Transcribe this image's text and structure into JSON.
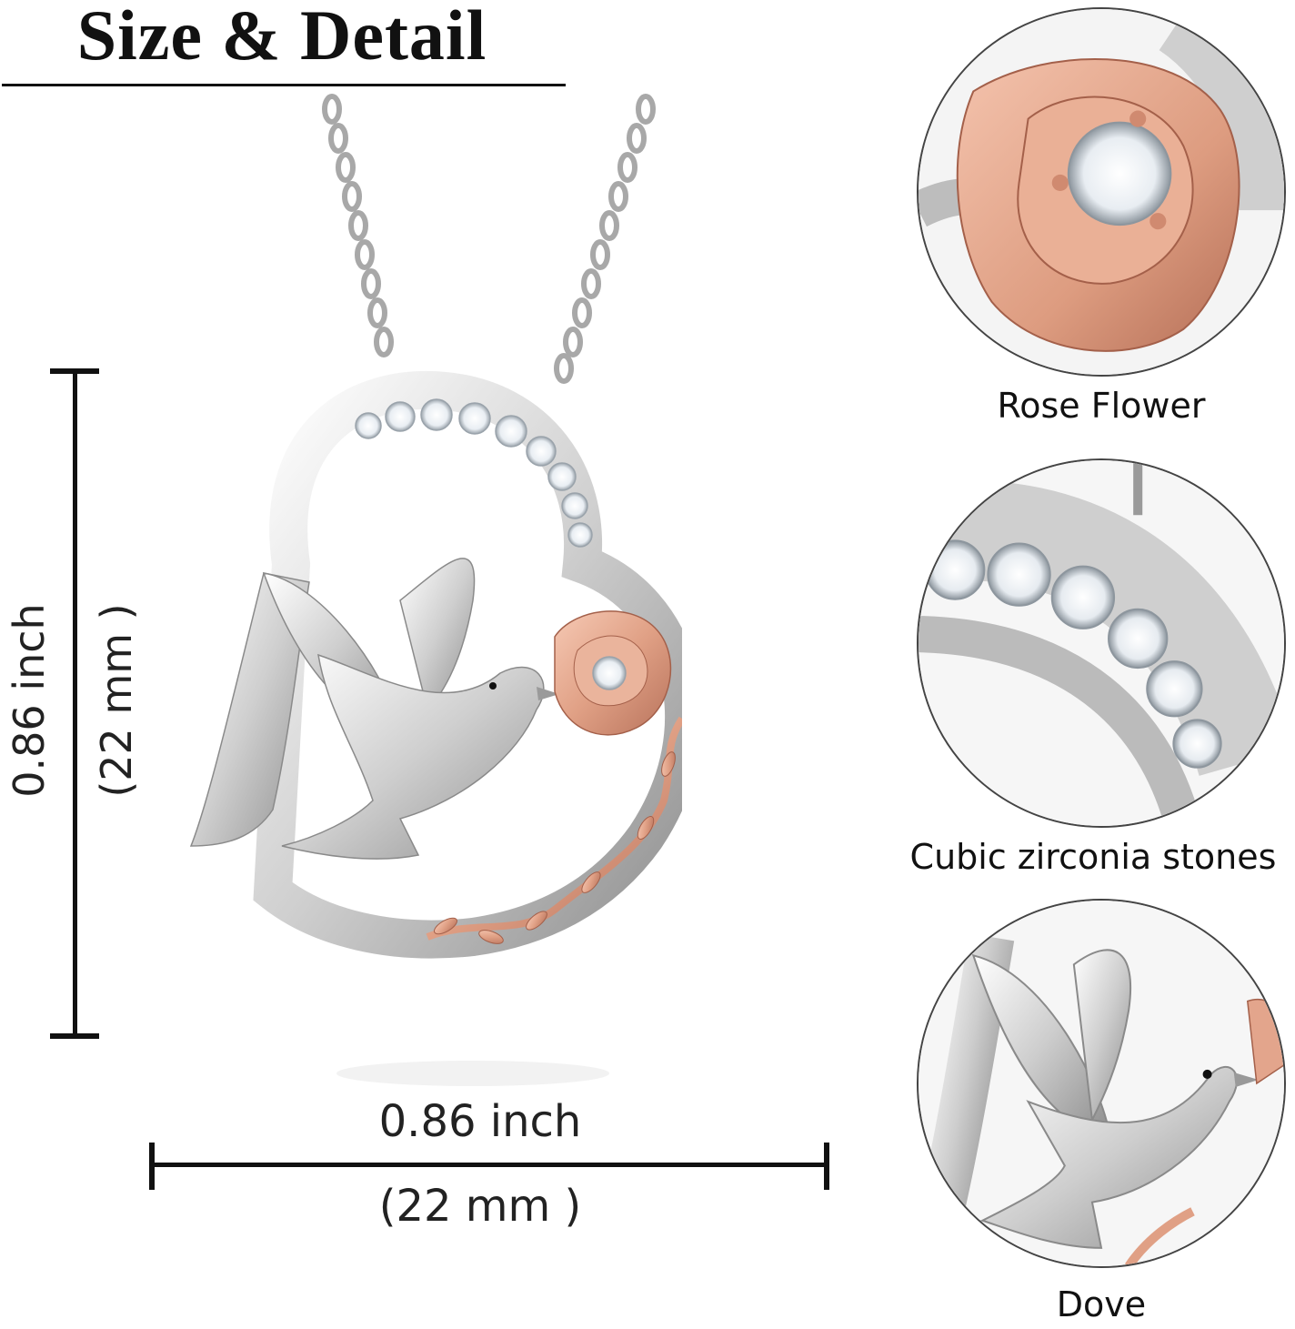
{
  "header": {
    "title": "Size & Detail"
  },
  "dimensions": {
    "height": {
      "inch": "0.86 inch",
      "mm": "(22 mm )"
    },
    "width": {
      "inch": "0.86 inch",
      "mm": "(22 mm )"
    }
  },
  "product": {
    "image_label": "dove-heart-rose-pendant-necklace",
    "colors": {
      "silver": "#d9d9d9",
      "rose_gold": "#e3a58c",
      "stone": "#f7fbff",
      "line": "#111111"
    }
  },
  "details": [
    {
      "caption": "Rose Flower",
      "icon": "rose-flower-closeup"
    },
    {
      "caption": "Cubic zirconia stones",
      "icon": "cubic-zirconia-closeup"
    },
    {
      "caption": "Dove",
      "icon": "dove-closeup"
    }
  ]
}
